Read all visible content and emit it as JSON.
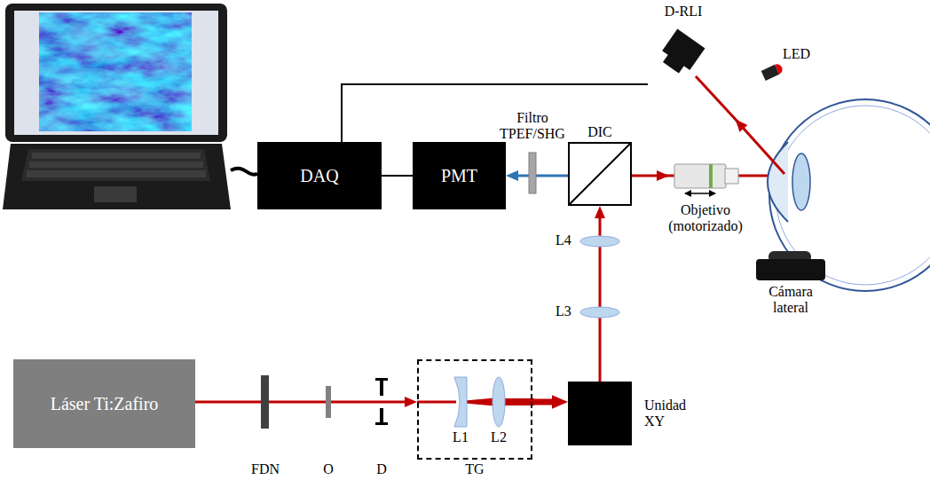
{
  "diagram": {
    "nodes": [
      {
        "text": [
          "Láser Ti:Zafiro"
        ]
      },
      {
        "text": [
          "TG"
        ]
      },
      {
        "text": [
          "Unidad XY"
        ]
      },
      {
        "text": [
          "DIC"
        ]
      },
      {
        "text": [
          "PMT"
        ]
      },
      {
        "text": [
          "DAQ"
        ]
      },
      {
        "text": [
          "D-RLI"
        ]
      }
    ],
    "edges": [
      {
        "from": 0,
        "to": 1,
        "arrow": "to"
      },
      {
        "from": 1,
        "to": 2,
        "arrow": "to"
      },
      {
        "from": 2,
        "to": 3,
        "arrow": "to"
      },
      {
        "from": 3,
        "to": 4,
        "arrow": "to"
      },
      {
        "from": 4,
        "to": 5,
        "arrow": "none"
      },
      {
        "from": 6,
        "to": 5,
        "arrow": "none"
      }
    ],
    "labels": [
      "Filtro TPEF/SHG",
      "LED",
      "Objetivo (motorizado)",
      "Cámara lateral",
      "L4",
      "L3",
      "FDN",
      "O",
      "D",
      "L1",
      "L2"
    ]
  }
}
